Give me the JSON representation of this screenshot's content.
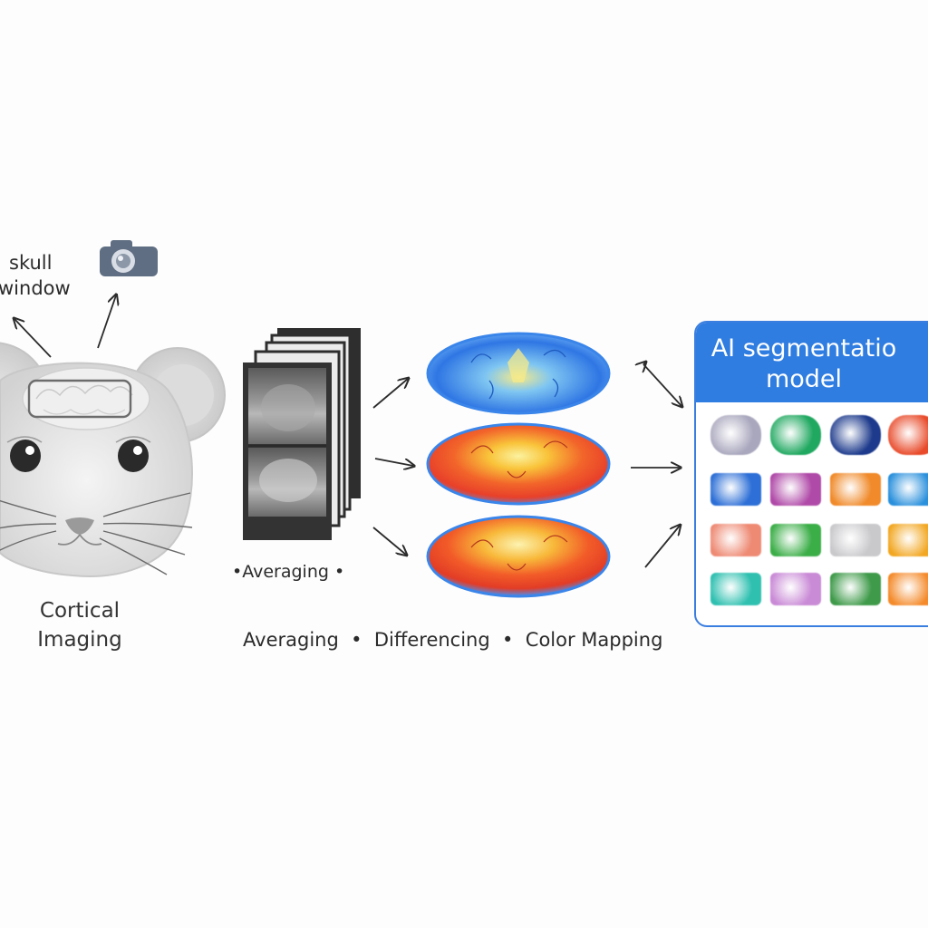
{
  "labels": {
    "skull_window": [
      "skull",
      "window"
    ],
    "cortical_imaging": [
      "Cortical",
      "Imaging"
    ],
    "averaging_small": "•Averaging •",
    "pipeline_steps": "Averaging  •  Differencing  •  Color Mapping",
    "model_title": [
      "AI segmentatio",
      "model"
    ]
  },
  "icons": {
    "camera": "camera-icon",
    "mouse": "mouse-head-illustration",
    "arrows": "arrow-icon"
  },
  "colors": {
    "panel_blue": "#2f7de1",
    "map_blue": "#2f6fe0",
    "map_red": "#ef3a1e",
    "map_yellow": "#f7e06a"
  },
  "segmentation_grid": [
    [
      "#a9a7bd",
      "#20a860",
      "#1d3a8c",
      "#e84a2a"
    ],
    [
      "#2d6fd6",
      "#b04aa8",
      "#f08a2a",
      "#2a90dc"
    ],
    [
      "#ee8a74",
      "#3cae48",
      "#c9c9cc",
      "#f2a722"
    ],
    [
      "#2fc0b0",
      "#c98ad6",
      "#3f9a4a",
      "#f48a2a"
    ]
  ]
}
